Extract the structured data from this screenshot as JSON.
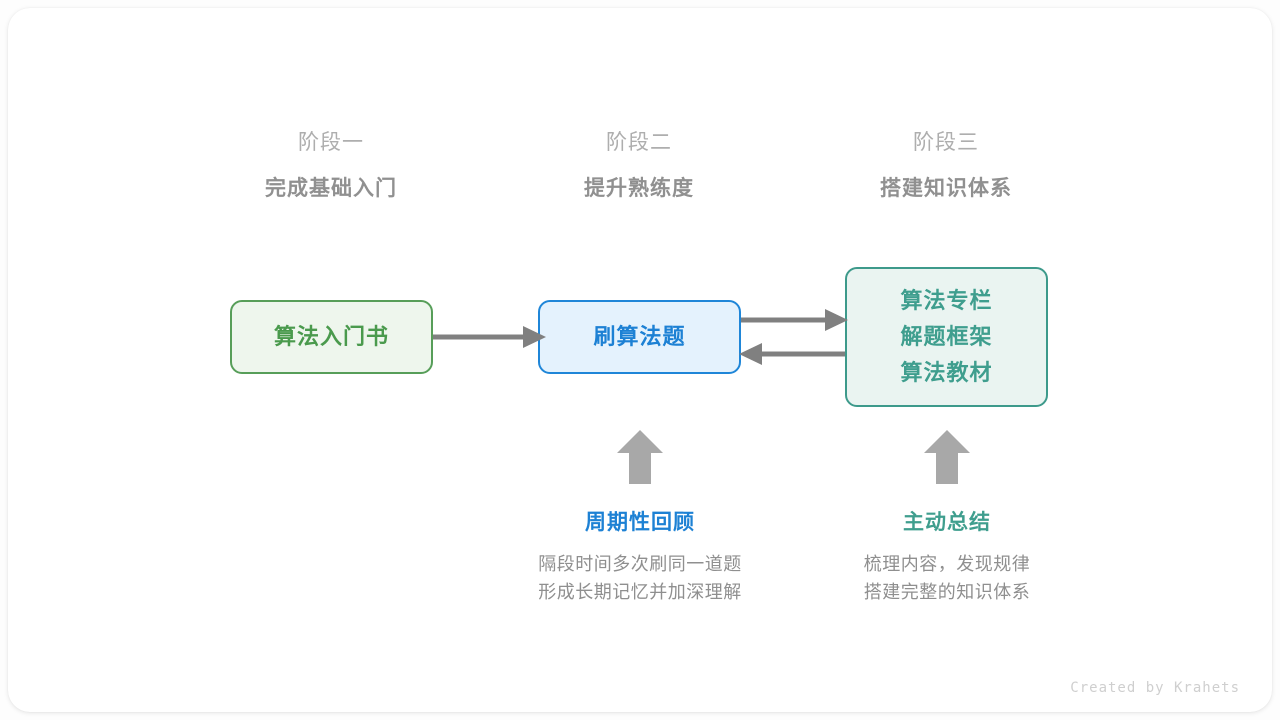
{
  "canvas": {
    "background": "#fdfdfd",
    "card_background": "#ffffff"
  },
  "palette": {
    "green": "#4a9a4d",
    "green_border": "#579e59",
    "green_fill": "#eef6ed",
    "blue": "#1d81d4",
    "blue_border": "#1f86d8",
    "blue_fill": "#e4f2fd",
    "teal": "#3f9e8e",
    "teal_border": "#3d9a8b",
    "teal_fill": "#eaf4f1",
    "arrow_gray": "#808080",
    "text_gray": "#8f8f8f",
    "head_gray": "#aeaeae",
    "footer_gray": "#cfcfcf"
  },
  "stages": [
    {
      "phase": "阶段一",
      "title": "完成基础入门"
    },
    {
      "phase": "阶段二",
      "title": "提升熟练度"
    },
    {
      "phase": "阶段三",
      "title": "搭建知识体系"
    }
  ],
  "nodes": {
    "book": {
      "label": "算法入门书"
    },
    "practice": {
      "label": "刷算法题"
    },
    "system": {
      "lines": [
        "算法专栏",
        "解题框架",
        "算法教材"
      ]
    }
  },
  "connections": [
    {
      "name": "book-to-practice",
      "direction": "right"
    },
    {
      "name": "practice-to-system",
      "direction": "right"
    },
    {
      "name": "system-to-practice",
      "direction": "left"
    },
    {
      "name": "review-up",
      "direction": "up"
    },
    {
      "name": "summary-up",
      "direction": "up"
    }
  ],
  "notes": [
    {
      "title": "周期性回顾",
      "desc_lines": [
        "隔段时间多次刷同一道题",
        "形成长期记忆并加深理解"
      ]
    },
    {
      "title": "主动总结",
      "desc_lines": [
        "梳理内容，发现规律",
        "搭建完整的知识体系"
      ]
    }
  ],
  "footer": {
    "text": "Created by Krahets"
  }
}
